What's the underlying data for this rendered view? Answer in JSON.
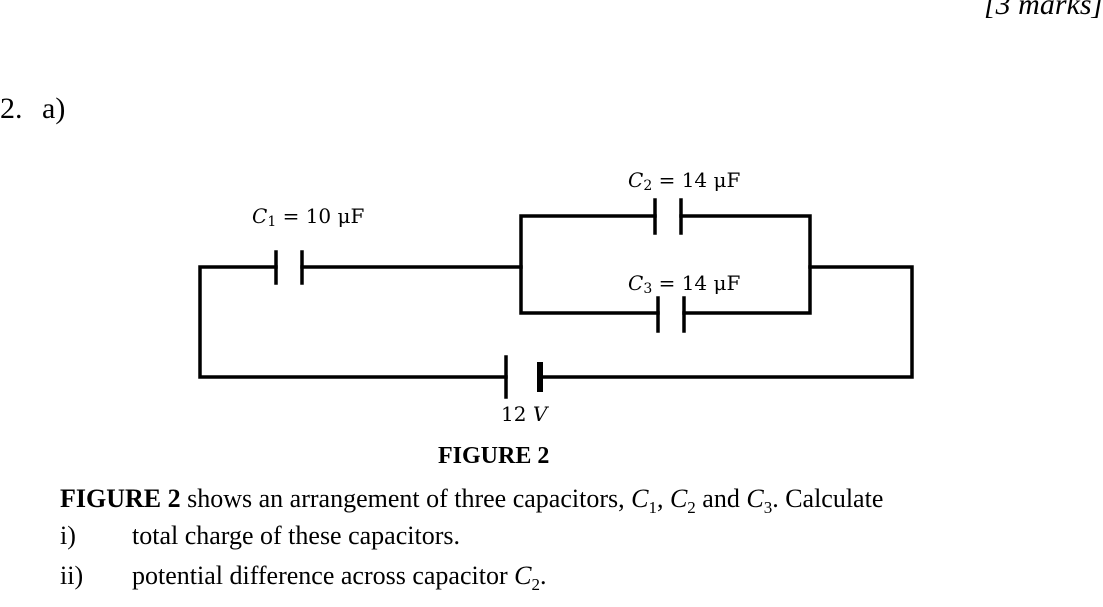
{
  "header": {
    "marks": "[3 marks]",
    "question_number": "2.",
    "question_part": "a)"
  },
  "figure": {
    "caption": "FIGURE 2",
    "components": {
      "c1": {
        "symbol": "C",
        "index": "1",
        "value": "= 10 μF"
      },
      "c2": {
        "symbol": "C",
        "index": "2",
        "value": "= 14 μF"
      },
      "c3": {
        "symbol": "C",
        "index": "3",
        "value": "= 14 μF"
      },
      "battery": {
        "value": "12",
        "unit": "V"
      }
    }
  },
  "question": {
    "stem_bold": "FIGURE 2",
    "stem_text": " shows an arrangement of three capacitors, ",
    "stem_c1": "C",
    "stem_c1_sub": "1",
    "stem_sep1": ", ",
    "stem_c2": "C",
    "stem_c2_sub": "2",
    "stem_sep2": " and ",
    "stem_c3": "C",
    "stem_c3_sub": "3",
    "stem_end": ". Calculate",
    "items": [
      {
        "number": "i)",
        "text": "total charge of these capacitors."
      },
      {
        "number": "ii)",
        "text": "potential difference across capacitor ",
        "var": "C",
        "var_sub": "2",
        "end": "."
      }
    ]
  }
}
